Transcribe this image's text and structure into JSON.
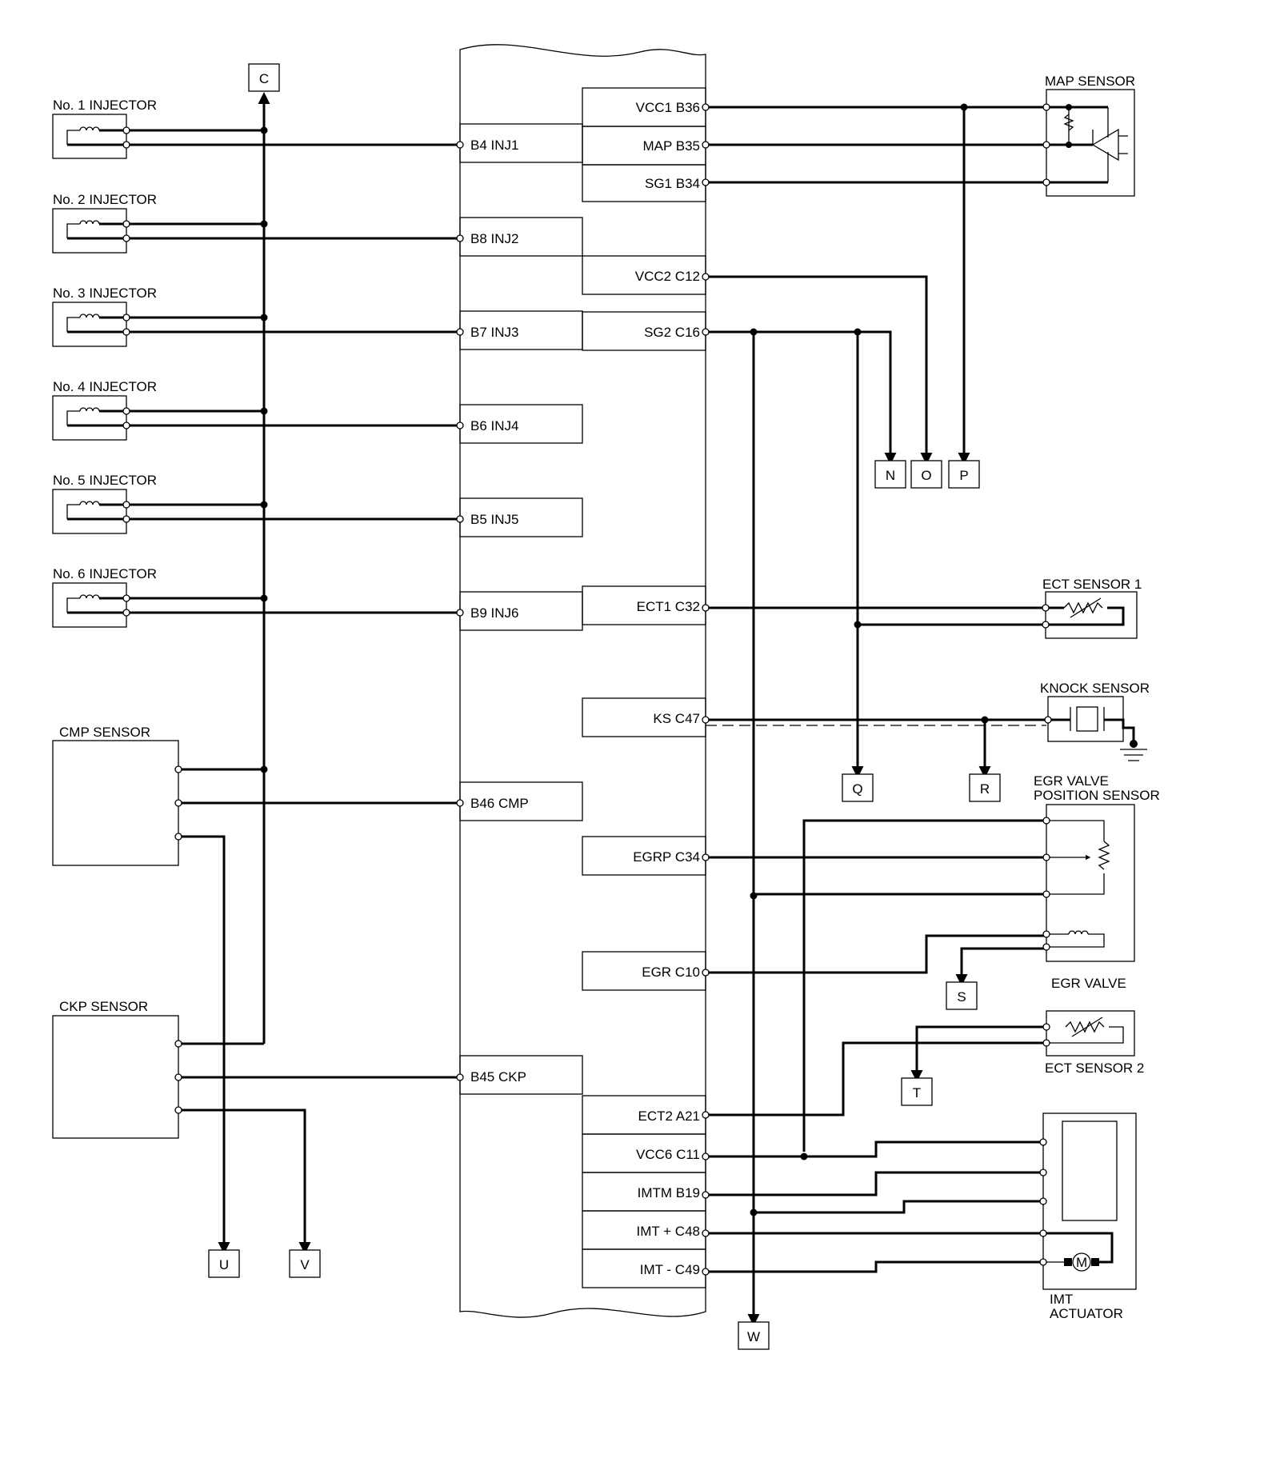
{
  "ecu": {
    "left_pins": [
      {
        "id": "b4",
        "label": "B4 INJ1"
      },
      {
        "id": "b8",
        "label": "B8 INJ2"
      },
      {
        "id": "b7",
        "label": "B7 INJ3"
      },
      {
        "id": "b6",
        "label": "B6 INJ4"
      },
      {
        "id": "b5",
        "label": "B5 INJ5"
      },
      {
        "id": "b9",
        "label": "B9 INJ6"
      },
      {
        "id": "b46",
        "label": "B46 CMP"
      },
      {
        "id": "b45",
        "label": "B45 CKP"
      }
    ],
    "right_pins": [
      {
        "id": "b36",
        "label": "VCC1 B36"
      },
      {
        "id": "b35",
        "label": "MAP B35"
      },
      {
        "id": "b34",
        "label": "SG1 B34"
      },
      {
        "id": "c12",
        "label": "VCC2 C12"
      },
      {
        "id": "c16",
        "label": "SG2 C16"
      },
      {
        "id": "c32",
        "label": "ECT1 C32"
      },
      {
        "id": "c47",
        "label": "KS C47"
      },
      {
        "id": "c34",
        "label": "EGRP C34"
      },
      {
        "id": "c10",
        "label": "EGR C10"
      },
      {
        "id": "a21",
        "label": "ECT2 A21"
      },
      {
        "id": "c11",
        "label": "VCC6 C11"
      },
      {
        "id": "b19",
        "label": "IMTM B19"
      },
      {
        "id": "c48",
        "label": "IMT +  C48"
      },
      {
        "id": "c49",
        "label": "IMT -  C49"
      }
    ]
  },
  "components": {
    "injectors": [
      "No. 1 INJECTOR",
      "No. 2 INJECTOR",
      "No. 3 INJECTOR",
      "No. 4 INJECTOR",
      "No. 5 INJECTOR",
      "No. 6 INJECTOR"
    ],
    "cmp_sensor": "CMP SENSOR",
    "ckp_sensor": "CKP SENSOR",
    "map_sensor": "MAP SENSOR",
    "ect_sensor_1": "ECT SENSOR 1",
    "knock_sensor": "KNOCK SENSOR",
    "egr_position_sensor": [
      "EGR VALVE",
      "POSITION SENSOR"
    ],
    "egr_valve": "EGR VALVE",
    "ect_sensor_2": "ECT SENSOR 2",
    "imt_actuator": [
      "IMT",
      "ACTUATOR"
    ],
    "motor_symbol": "M"
  },
  "connectors": {
    "c": "C",
    "n": "N",
    "o": "O",
    "p": "P",
    "q": "Q",
    "r": "R",
    "s": "S",
    "t": "T",
    "u": "U",
    "v": "V",
    "w": "W"
  }
}
